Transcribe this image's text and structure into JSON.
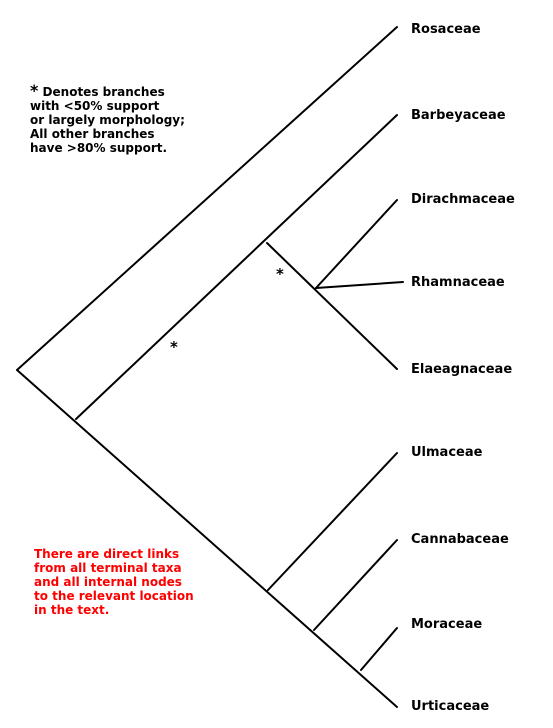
{
  "support_note": {
    "star": "*",
    "lines": [
      " Denotes branches",
      "with <50% support",
      "or largely morphology;",
      "All other branches",
      "have >80% support."
    ]
  },
  "links_note": {
    "lines": [
      "There are direct links",
      "from all terminal taxa",
      "and all internal nodes",
      "to the relevant location",
      "in the text."
    ]
  },
  "taxa": {
    "rosaceae": "Rosaceae",
    "barbeyaceae": "Barbeyaceae",
    "dirachmaceae": "Dirachmaceae",
    "rhamnaceae": "Rhamnaceae",
    "elaeagnaceae": "Elaeagnaceae",
    "ulmaceae": "Ulmaceae",
    "cannabaceae": "Cannabaceae",
    "moraceae": "Moraceae",
    "urticaceae": "Urticaceae"
  },
  "asterisk": "*"
}
